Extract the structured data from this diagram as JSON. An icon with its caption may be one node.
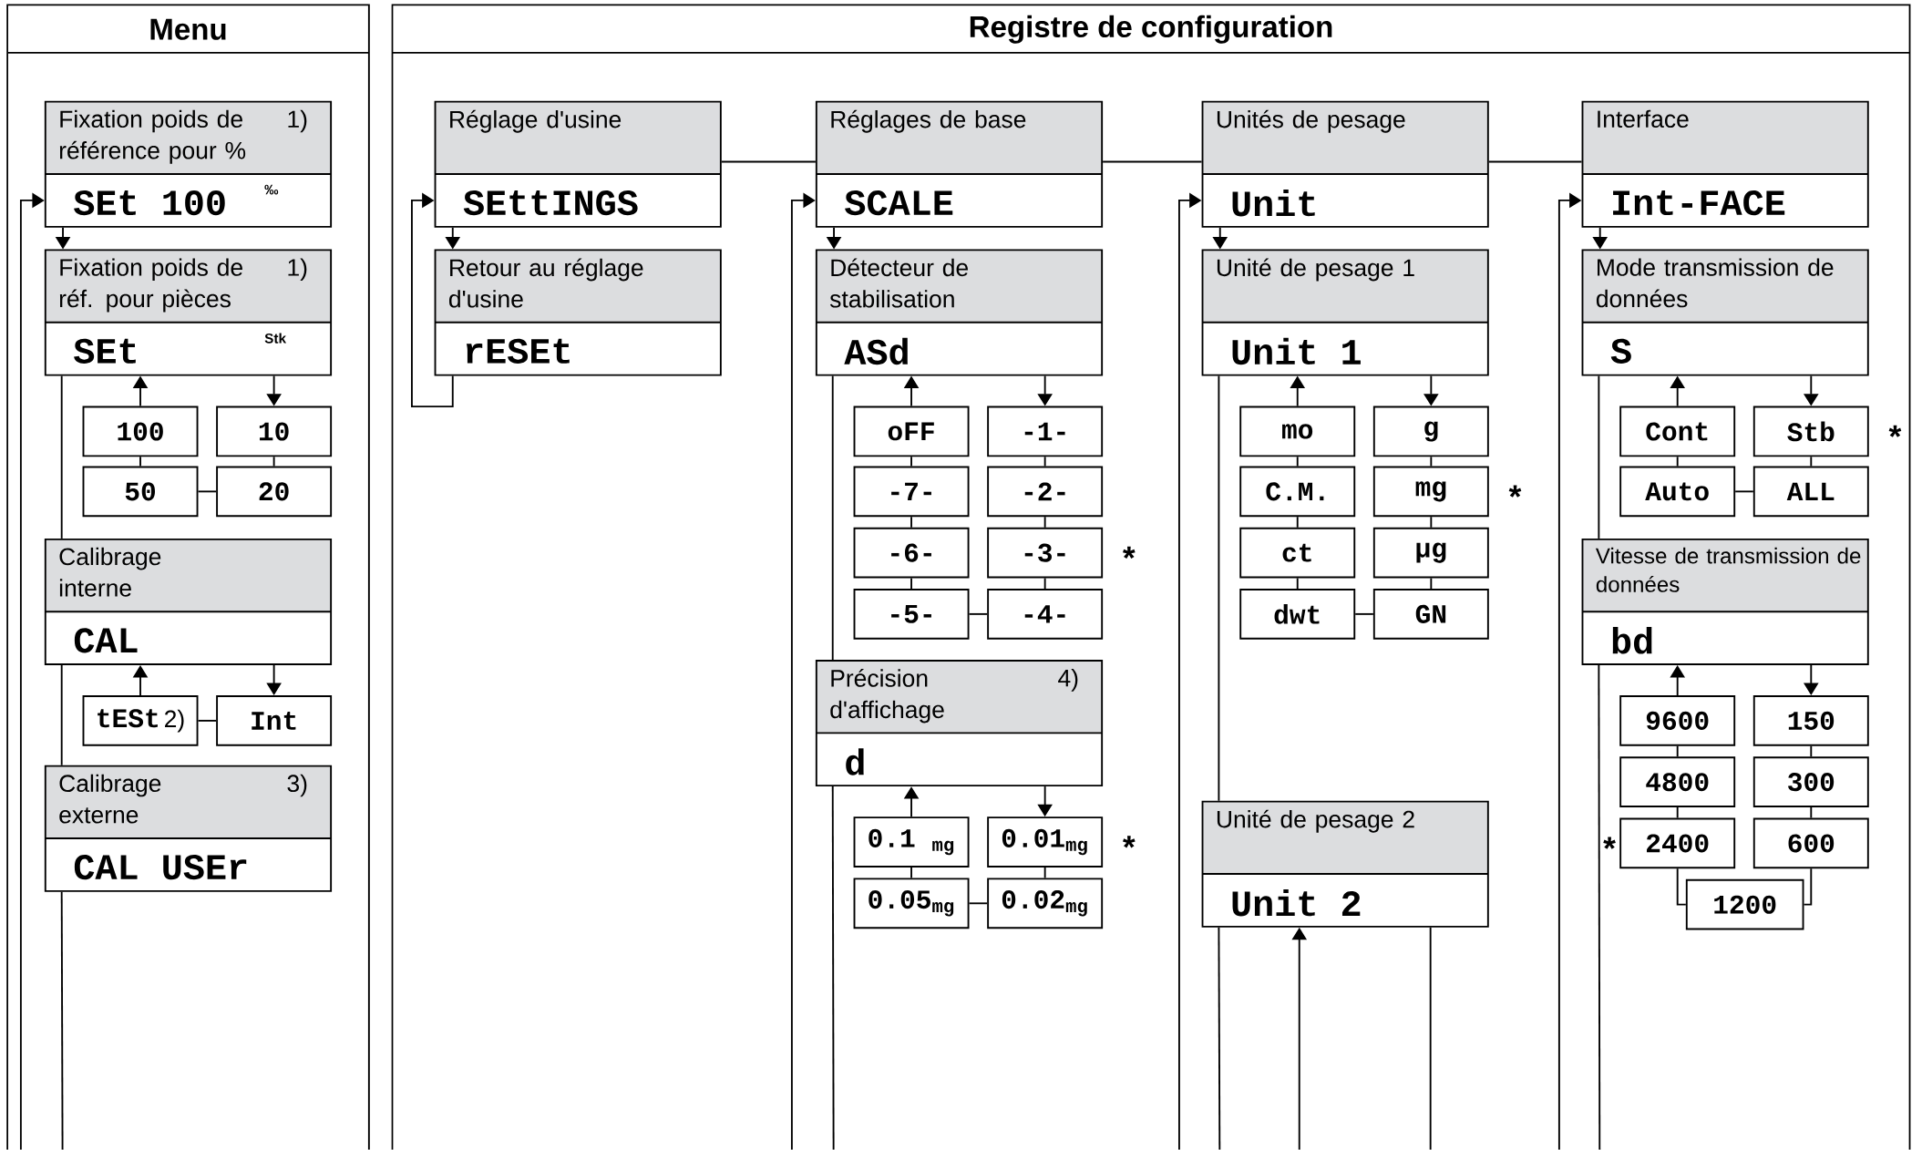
{
  "diagram": {
    "nodes": [
      {
        "text": [
          "Menu"
        ]
      },
      {
        "text": [
          "Registre de configuration"
        ]
      },
      {
        "text": [
          "Fixation poids de référence pour %",
          "1)",
          "SEt 100",
          "‰"
        ],
        "in": 0
      },
      {
        "text": [
          "Fixation poids de réf. pour pièces",
          "1)",
          "SEt",
          "Stk"
        ],
        "in": 0
      },
      {
        "text": [
          "100"
        ],
        "in": 0
      },
      {
        "text": [
          "10"
        ],
        "in": 0
      },
      {
        "text": [
          "50"
        ],
        "in": 0
      },
      {
        "text": [
          "20"
        ],
        "in": 0
      },
      {
        "text": [
          "Calibrage interne",
          "CAL"
        ],
        "in": 0
      },
      {
        "text": [
          "tESt",
          "2)"
        ],
        "in": 0
      },
      {
        "text": [
          "Int"
        ],
        "in": 0
      },
      {
        "text": [
          "Calibrage externe",
          "3)",
          "CAL USEr"
        ],
        "in": 0
      },
      {
        "text": [
          "Réglage d'usine",
          "SEttINGS"
        ],
        "in": 1
      },
      {
        "text": [
          "Retour au réglage d'usine",
          "rESEt"
        ],
        "in": 1
      },
      {
        "text": [
          "Réglages de base",
          "SCALE"
        ],
        "in": 1
      },
      {
        "text": [
          "Détecteur de stabilisation",
          "ASd"
        ],
        "in": 1
      },
      {
        "text": [
          "oFF"
        ],
        "in": 1
      },
      {
        "text": [
          "-1-"
        ],
        "in": 1
      },
      {
        "text": [
          "-7-"
        ],
        "in": 1
      },
      {
        "text": [
          "-2-"
        ],
        "in": 1
      },
      {
        "text": [
          "-6-"
        ],
        "in": 1
      },
      {
        "text": [
          "-3-"
        ],
        "in": 1,
        "beside": [
          "*"
        ]
      },
      {
        "text": [
          "-5-"
        ],
        "in": 1
      },
      {
        "text": [
          "-4-"
        ],
        "in": 1
      },
      {
        "text": [
          "Précision d'affichage",
          "4)",
          "d"
        ],
        "in": 1
      },
      {
        "text": [
          "0.1 $_{mg}$"
        ],
        "in": 1
      },
      {
        "text": [
          "0.01$_{mg}$"
        ],
        "in": 1,
        "beside": [
          "*"
        ]
      },
      {
        "text": [
          "0.05$_{mg}$"
        ],
        "in": 1
      },
      {
        "text": [
          "0.02$_{mg}$"
        ],
        "in": 1
      },
      {
        "text": [
          "Unités de pesage",
          "Unit"
        ],
        "in": 1
      },
      {
        "text": [
          "Unité de pesage 1",
          "Unit 1"
        ],
        "in": 1
      },
      {
        "text": [
          "mo"
        ],
        "in": 1
      },
      {
        "text": [
          "g"
        ],
        "in": 1
      },
      {
        "text": [
          "C.M."
        ],
        "in": 1
      },
      {
        "text": [
          "mg"
        ],
        "in": 1,
        "beside": [
          "*"
        ]
      },
      {
        "text": [
          "ct"
        ],
        "in": 1
      },
      {
        "text": [
          "µg"
        ],
        "in": 1
      },
      {
        "text": [
          "dwt"
        ],
        "in": 1
      },
      {
        "text": [
          "GN"
        ],
        "in": 1
      },
      {
        "text": [
          "Unité de pesage 2",
          "Unit 2"
        ],
        "in": 1
      },
      {
        "text": [
          "Interface",
          "Int-FACE"
        ],
        "in": 1
      },
      {
        "text": [
          "Mode transmission de données",
          "S"
        ],
        "in": 1
      },
      {
        "text": [
          "Cont"
        ],
        "in": 1
      },
      {
        "text": [
          "Stb"
        ],
        "in": 1,
        "beside": [
          "*"
        ]
      },
      {
        "text": [
          "Auto"
        ],
        "in": 1
      },
      {
        "text": [
          "ALL"
        ],
        "in": 1
      },
      {
        "text": [
          "Vitesse de transmission de données",
          "bd"
        ],
        "in": 1
      },
      {
        "text": [
          "9600"
        ],
        "in": 1
      },
      {
        "text": [
          "150"
        ],
        "in": 1
      },
      {
        "text": [
          "4800"
        ],
        "in": 1
      },
      {
        "text": [
          "300"
        ],
        "in": 1
      },
      {
        "text": [
          "2400"
        ],
        "in": 1,
        "beside": [
          "*"
        ]
      },
      {
        "text": [
          "600"
        ],
        "in": 1
      },
      {
        "text": [
          "1200"
        ],
        "in": 1
      }
    ],
    "edges": [
      {
        "from": null,
        "to": 2,
        "arrow": "to"
      },
      {
        "from": 2,
        "to": 3,
        "arrow": "to"
      },
      {
        "from": 4,
        "to": 3,
        "arrow": "to"
      },
      {
        "from": 3,
        "to": 5,
        "arrow": "to"
      },
      {
        "from": 4,
        "to": 6,
        "arrow": "none"
      },
      {
        "from": 5,
        "to": 7,
        "arrow": "none"
      },
      {
        "from": 6,
        "to": 7,
        "arrow": "none"
      },
      {
        "from": 3,
        "to": 8,
        "arrow": "none"
      },
      {
        "from": 9,
        "to": 8,
        "arrow": "to"
      },
      {
        "from": 8,
        "to": 10,
        "arrow": "to"
      },
      {
        "from": 9,
        "to": 10,
        "arrow": "none"
      },
      {
        "from": 8,
        "to": 11,
        "arrow": "none"
      },
      {
        "from": 11,
        "to": null,
        "arrow": "none"
      },
      {
        "from": 12,
        "to": 13,
        "arrow": "to"
      },
      {
        "from": 13,
        "to": 12,
        "arrow": "to"
      },
      {
        "from": 12,
        "to": 14,
        "arrow": "none"
      },
      {
        "from": 14,
        "to": 29,
        "arrow": "none"
      },
      {
        "from": 29,
        "to": 40,
        "arrow": "none"
      },
      {
        "from": null,
        "to": 14,
        "arrow": "to"
      },
      {
        "from": 14,
        "to": 15,
        "arrow": "to"
      },
      {
        "from": 16,
        "to": 15,
        "arrow": "to"
      },
      {
        "from": 15,
        "to": 17,
        "arrow": "to"
      },
      {
        "from": 16,
        "to": 18,
        "arrow": "none"
      },
      {
        "from": 18,
        "to": 20,
        "arrow": "none"
      },
      {
        "from": 20,
        "to": 22,
        "arrow": "none"
      },
      {
        "from": 17,
        "to": 19,
        "arrow": "none"
      },
      {
        "from": 19,
        "to": 21,
        "arrow": "none"
      },
      {
        "from": 21,
        "to": 23,
        "arrow": "none"
      },
      {
        "from": 22,
        "to": 23,
        "arrow": "none"
      },
      {
        "from": 15,
        "to": 24,
        "arrow": "none"
      },
      {
        "from": 25,
        "to": 24,
        "arrow": "to"
      },
      {
        "from": 24,
        "to": 26,
        "arrow": "to"
      },
      {
        "from": 25,
        "to": 27,
        "arrow": "none"
      },
      {
        "from": 26,
        "to": 28,
        "arrow": "none"
      },
      {
        "from": 27,
        "to": 28,
        "arrow": "none"
      },
      {
        "from": 24,
        "to": null,
        "arrow": "none"
      },
      {
        "from": null,
        "to": 29,
        "arrow": "to"
      },
      {
        "from": 29,
        "to": 30,
        "arrow": "to"
      },
      {
        "from": 31,
        "to": 30,
        "arrow": "to"
      },
      {
        "from": 30,
        "to": 32,
        "arrow": "to"
      },
      {
        "from": 31,
        "to": 33,
        "arrow": "none"
      },
      {
        "from": 33,
        "to": 35,
        "arrow": "none"
      },
      {
        "from": 35,
        "to": 37,
        "arrow": "none"
      },
      {
        "from": 32,
        "to": 34,
        "arrow": "none"
      },
      {
        "from": 34,
        "to": 36,
        "arrow": "none"
      },
      {
        "from": 36,
        "to": 38,
        "arrow": "none"
      },
      {
        "from": 37,
        "to": 38,
        "arrow": "none"
      },
      {
        "from": 30,
        "to": 39,
        "arrow": "none"
      },
      {
        "from": 39,
        "to": null,
        "arrow": "none"
      },
      {
        "from": null,
        "to": 39,
        "arrow": "to"
      },
      {
        "from": 39,
        "to": null,
        "arrow": "none"
      },
      {
        "from": null,
        "to": 40,
        "arrow": "to"
      },
      {
        "from": 40,
        "to": 41,
        "arrow": "to"
      },
      {
        "from": 42,
        "to": 41,
        "arrow": "to"
      },
      {
        "from": 41,
        "to": 43,
        "arrow": "to"
      },
      {
        "from": 42,
        "to": 44,
        "arrow": "none"
      },
      {
        "from": 43,
        "to": 45,
        "arrow": "none"
      },
      {
        "from": 44,
        "to": 45,
        "arrow": "none"
      },
      {
        "from": 41,
        "to": 46,
        "arrow": "none"
      },
      {
        "from": 47,
        "to": 46,
        "arrow": "to"
      },
      {
        "from": 46,
        "to": 48,
        "arrow": "to"
      },
      {
        "from": 47,
        "to": 49,
        "arrow": "none"
      },
      {
        "from": 49,
        "to": 51,
        "arrow": "none"
      },
      {
        "from": 48,
        "to": 50,
        "arrow": "none"
      },
      {
        "from": 50,
        "to": 52,
        "arrow": "none"
      },
      {
        "from": 51,
        "to": 53,
        "arrow": "none"
      },
      {
        "from": 52,
        "to": 53,
        "arrow": "none"
      },
      {
        "from": 46,
        "to": null,
        "arrow": "none"
      }
    ]
  }
}
